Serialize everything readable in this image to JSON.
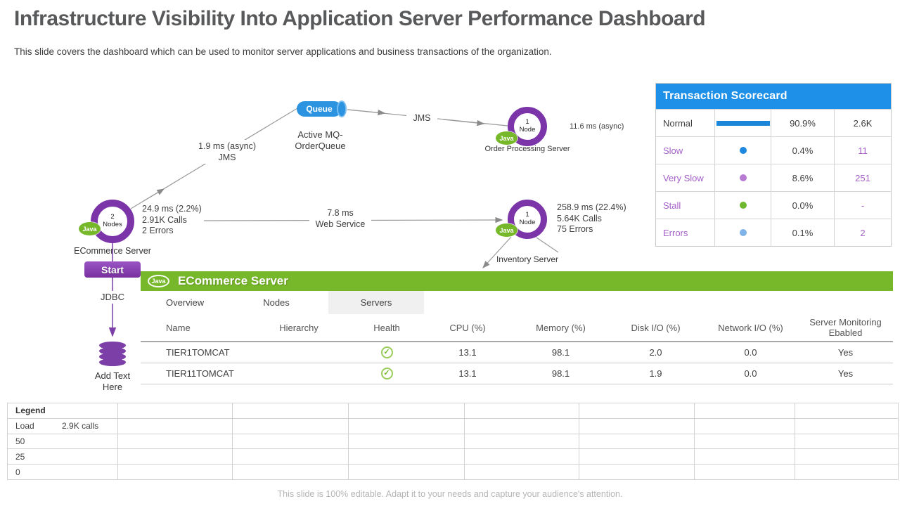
{
  "slide": {
    "title": "Infrastructure Visibility Into Application Server Performance Dashboard",
    "subtitle": "This slide covers the dashboard which can be used to monitor server applications and business transactions of the organization.",
    "footer": "This slide is 100% editable. Adapt it to your needs and capture your audience's attention."
  },
  "colors": {
    "scorecard_header_blue": "#1e90e8",
    "load_bar_blue": "#1c87d8",
    "dot_slow": "#1e88e0",
    "dot_very_slow": "#b77bd4",
    "dot_stall": "#6eb82e",
    "dot_errors": "#7fb3e8",
    "node_ring_purple": "#7c35a8",
    "java_badge_green": "#76b82a",
    "panel_header_green": "#76b82a",
    "queue_blue": "#2b93e0",
    "scorecard_purple_text": "#a45fc8"
  },
  "scorecard": {
    "title": "Transaction Scorecard",
    "rows": [
      {
        "label": "Normal",
        "indicator": "bar",
        "pct": "90.9%",
        "value": "2.6K"
      },
      {
        "label": "Slow",
        "indicator": "dot",
        "pct": "0.4%",
        "value": "11"
      },
      {
        "label": "Very Slow",
        "indicator": "dot",
        "pct": "8.6%",
        "value": "251"
      },
      {
        "label": "Stall",
        "indicator": "dot",
        "pct": "0.0%",
        "value": "-"
      },
      {
        "label": "Errors",
        "indicator": "dot",
        "pct": "0.1%",
        "value": "2"
      }
    ]
  },
  "diagram": {
    "queue": {
      "label": "Queue",
      "caption": "Active MQ-\nOrderQueue"
    },
    "jms_upper_label": "1.9 ms (async)\nJMS",
    "jms_label": "JMS",
    "web_service_label": "7.8 ms\nWeb Service",
    "jdbc_label": "JDBC",
    "start_label": "Start",
    "db_caption": "Add Text\nHere",
    "ecommerce": {
      "badge": "Java",
      "ring_text": "2\nNodes",
      "label": "ECommerce Server",
      "stats": "24.9 ms (2.2%)\n2.91K Calls\n2 Errors"
    },
    "order": {
      "badge": "Java",
      "ring_text": "1\nNode",
      "label": "Order Processing Server",
      "stats": "11.6 ms (async)"
    },
    "inventory": {
      "badge": "Java",
      "ring_text": "1\nNode",
      "label": "Inventory Server",
      "stats": "258.9 ms (22.4%)\n5.64K Calls\n75 Errors"
    }
  },
  "panel": {
    "badge": "Java",
    "title": "ECommerce Server",
    "tabs": [
      {
        "label": "Overview"
      },
      {
        "label": "Nodes"
      },
      {
        "label": "Servers"
      }
    ],
    "active_tab": "Servers",
    "columns": [
      "Name",
      "Hierarchy",
      "Health",
      "CPU (%)",
      "Memory (%)",
      "Disk I/O (%)",
      "Network I/O (%)",
      "Server Monitoring\nEbabled"
    ],
    "rows": [
      {
        "name": "TIER1TOMCAT",
        "hierarchy": "",
        "health": "✓",
        "cpu": "13.1",
        "memory": "98.1",
        "disk": "2.0",
        "network": "0.0",
        "monitoring": "Yes"
      },
      {
        "name": "TIER11TOMCAT",
        "hierarchy": "",
        "health": "✓",
        "cpu": "13.1",
        "memory": "98.1",
        "disk": "1.9",
        "network": "0.0",
        "monitoring": "Yes"
      }
    ]
  },
  "legend": {
    "header": "Legend",
    "load_label": "Load",
    "load_value": "2.9K calls",
    "scale": [
      "50",
      "25",
      "0"
    ]
  }
}
